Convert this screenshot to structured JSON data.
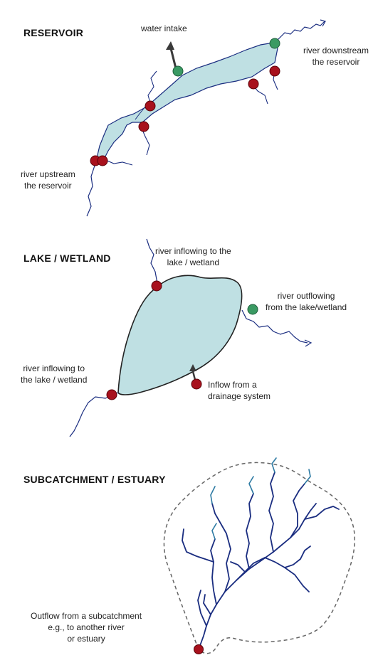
{
  "panels": {
    "reservoir": {
      "title": "RESERVOIR",
      "labels": {
        "water_intake": "water intake",
        "downstream_line1": "river downstream",
        "downstream_line2": "the reservoir",
        "upstream_line1": "river upstream",
        "upstream_line2": "the reservoir"
      }
    },
    "lake": {
      "title": "LAKE / WETLAND",
      "labels": {
        "inflow_top_line1": "river inflowing to the",
        "inflow_top_line2": "lake / wetland",
        "outflow_line1": "river outflowing",
        "outflow_line2": "from the lake/wetland",
        "inflow_left_line1": "river inflowing to",
        "inflow_left_line2": "the lake / wetland",
        "drainage_line1": "Inflow from a",
        "drainage_line2": "drainage system"
      }
    },
    "subcatchment": {
      "title": "SUBCATCHMENT / ESTUARY",
      "labels": {
        "outflow_line1": "Outflow from a subcatchment",
        "outflow_line2": "e.g., to another river",
        "outflow_line3": "or estuary"
      }
    }
  },
  "colors": {
    "water_fill": "#bfe0e3",
    "river": "#1a2d80",
    "river_light": "#2d7aa3",
    "red_point": "#a8111d",
    "green_point": "#3a9a63",
    "arrow": "#3a3a3a",
    "dashed_boundary": "#666666"
  }
}
